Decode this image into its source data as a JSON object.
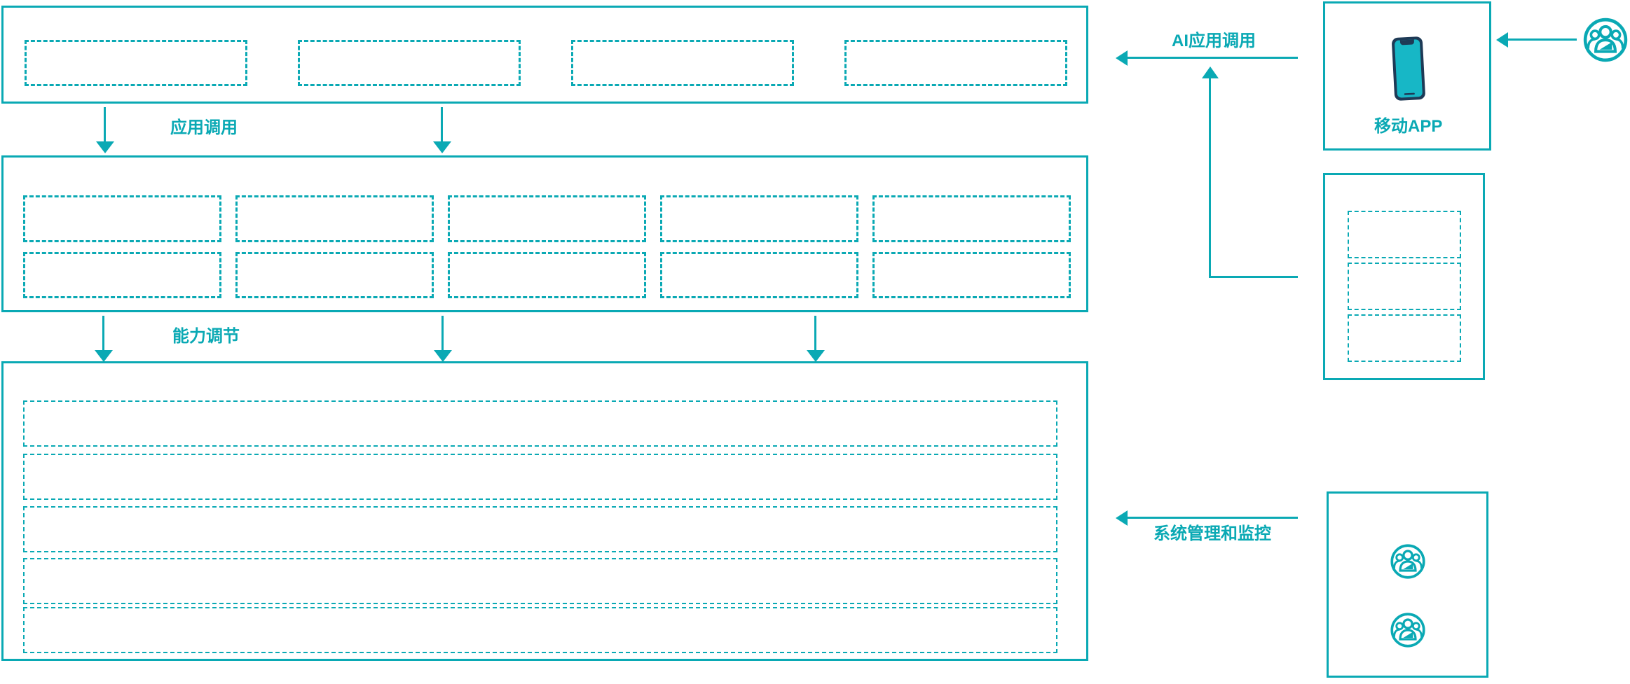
{
  "colors": {
    "accent": "#0AA9B4",
    "phone_body": "#1E3A56",
    "phone_screen": "#17B7C6"
  },
  "labels": {
    "app_call": "应用调用",
    "capability_call": "能力调节",
    "ai_app_call": "AI应用调用",
    "system_admin": "系统管理和监控",
    "mobile_app": "移动APP"
  }
}
